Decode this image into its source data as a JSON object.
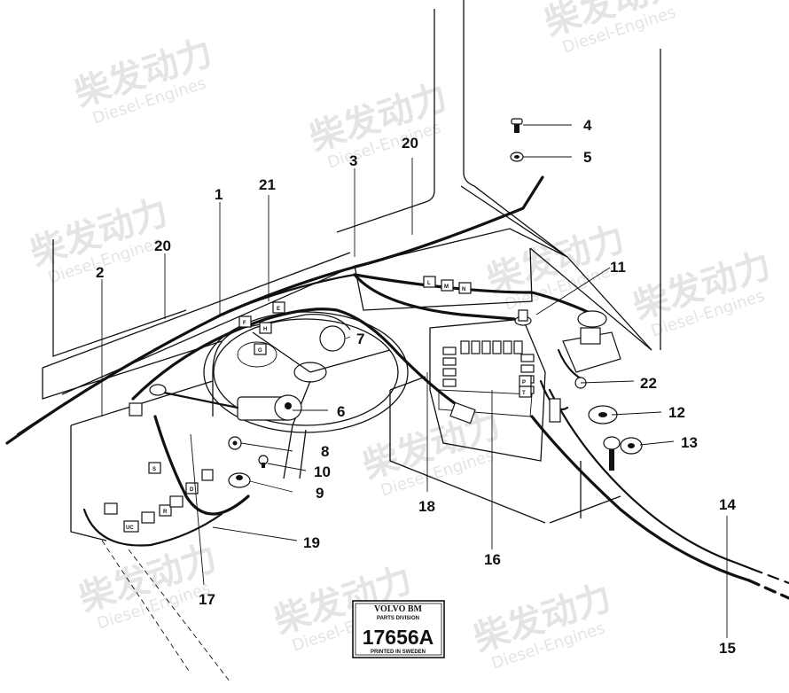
{
  "watermark": {
    "brand": "柴发动力",
    "subtitle": "Diesel-Engines"
  },
  "callouts": [
    {
      "id": "1",
      "label": "1"
    },
    {
      "id": "2",
      "label": "2"
    },
    {
      "id": "3",
      "label": "3"
    },
    {
      "id": "4",
      "label": "4"
    },
    {
      "id": "5",
      "label": "5"
    },
    {
      "id": "6",
      "label": "6"
    },
    {
      "id": "7",
      "label": "7"
    },
    {
      "id": "8",
      "label": "8"
    },
    {
      "id": "9",
      "label": "9"
    },
    {
      "id": "10",
      "label": "10"
    },
    {
      "id": "11",
      "label": "11"
    },
    {
      "id": "12",
      "label": "12"
    },
    {
      "id": "13",
      "label": "13"
    },
    {
      "id": "14",
      "label": "14"
    },
    {
      "id": "15",
      "label": "15"
    },
    {
      "id": "16",
      "label": "16"
    },
    {
      "id": "17",
      "label": "17"
    },
    {
      "id": "18",
      "label": "18"
    },
    {
      "id": "19",
      "label": "19"
    },
    {
      "id": "20a",
      "label": "20"
    },
    {
      "id": "20b",
      "label": "20"
    },
    {
      "id": "21",
      "label": "21"
    },
    {
      "id": "22",
      "label": "22"
    }
  ],
  "connector_tags": {
    "L": "L",
    "M": "M",
    "N": "N",
    "H": "H",
    "G": "G",
    "F": "F",
    "E": "E",
    "S": "S",
    "UC": "UC",
    "R": "R",
    "D": "D",
    "P": "P",
    "T": "T"
  },
  "stamp": {
    "brand": "VOLVO BM",
    "division": "PARTS DIVISION",
    "number": "17656A",
    "footer": "PRINTED IN SWEDEN"
  }
}
